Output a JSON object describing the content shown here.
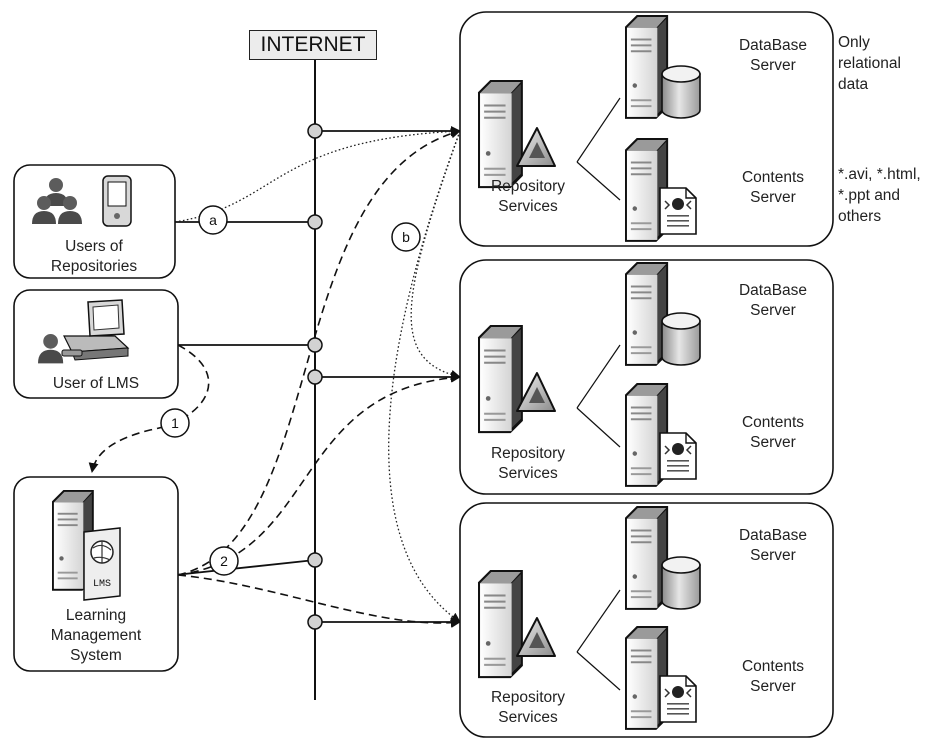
{
  "internet": {
    "label": "INTERNET"
  },
  "clients": {
    "users_repos": "Users of\nRepositories",
    "user_lms": "User of LMS",
    "lms": "Learning\nManagement\nSystem"
  },
  "markers": {
    "a": "a",
    "b": "b",
    "one": "1",
    "two": "2"
  },
  "repositories": [
    {
      "services": "Repository\nServices",
      "db": "DataBase\nServer",
      "contents": "Contents\nServer"
    },
    {
      "services": "Repository\nServices",
      "db": "DataBase\nServer",
      "contents": "Contents\nServer"
    },
    {
      "services": "Repository\nServices",
      "db": "DataBase\nServer",
      "contents": "Contents\nServer"
    }
  ],
  "notes": {
    "relational": "Only\nrelational\ndata",
    "file_types": "*.avi, *.html,\n*.ppt and\nothers"
  },
  "badge": {
    "lms": "LMS"
  }
}
